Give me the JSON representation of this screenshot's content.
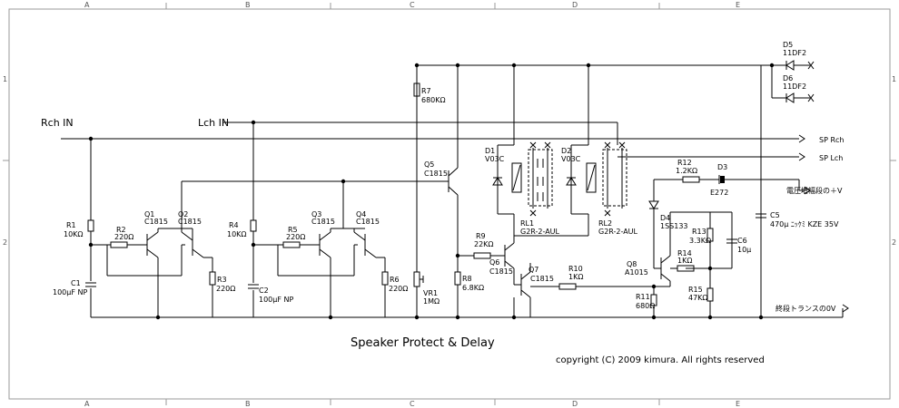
{
  "grid": {
    "columns": [
      "A",
      "B",
      "C",
      "D",
      "E"
    ],
    "rows": [
      "1",
      "2"
    ]
  },
  "inputs": {
    "rch": "Rch  IN",
    "lch": "Lch  IN"
  },
  "outputs": {
    "sp_rch": "SP  Rch",
    "sp_lch": "SP  Lch",
    "power_amp": "電圧増幅段の＋V",
    "trans_0v": "終段トランスの0V"
  },
  "components": {
    "R1": {
      "ref": "R1",
      "value": "10KΩ"
    },
    "R2": {
      "ref": "R2",
      "value": "220Ω"
    },
    "R3": {
      "ref": "R3",
      "value": "220Ω"
    },
    "R4": {
      "ref": "R4",
      "value": "10KΩ"
    },
    "R5": {
      "ref": "R5",
      "value": "220Ω"
    },
    "R6": {
      "ref": "R6",
      "value": "220Ω"
    },
    "R7": {
      "ref": "R7",
      "value": "680KΩ"
    },
    "R8": {
      "ref": "R8",
      "value": "6.8KΩ"
    },
    "R9": {
      "ref": "R9",
      "value": "22KΩ"
    },
    "R10": {
      "ref": "R10",
      "value": "1KΩ"
    },
    "R11": {
      "ref": "R11",
      "value": "680Ω"
    },
    "R12": {
      "ref": "R12",
      "value": "1.2KΩ"
    },
    "R13": {
      "ref": "R13",
      "value": "3.3KΩ"
    },
    "R14": {
      "ref": "R14",
      "value": "1KΩ"
    },
    "R15": {
      "ref": "R15",
      "value": "47KΩ"
    },
    "C1": {
      "ref": "C1",
      "value": "100μF NP"
    },
    "C2": {
      "ref": "C2",
      "value": "100μF NP"
    },
    "C5": {
      "ref": "C5",
      "value": "470μ ﾆｯｹﾐ KZE  35V"
    },
    "C6": {
      "ref": "C6",
      "value": "10μ"
    },
    "Q1": {
      "ref": "Q1",
      "value": "C1815"
    },
    "Q2": {
      "ref": "Q2",
      "value": "C1815"
    },
    "Q3": {
      "ref": "Q3",
      "value": "C1815"
    },
    "Q4": {
      "ref": "Q4",
      "value": "C1815"
    },
    "Q5": {
      "ref": "Q5",
      "value": "C1815"
    },
    "Q6": {
      "ref": "Q6",
      "value": "C1815"
    },
    "Q7": {
      "ref": "Q7",
      "value": "C1815"
    },
    "Q8": {
      "ref": "Q8",
      "value": "A1015"
    },
    "VR1": {
      "ref": "VR1",
      "value": "1MΩ"
    },
    "D1": {
      "ref": "D1",
      "value": "V03C"
    },
    "D2": {
      "ref": "D2",
      "value": "V03C"
    },
    "D3": {
      "ref": "D3",
      "value": "E272"
    },
    "D4": {
      "ref": "D4",
      "value": "1SS133"
    },
    "D5": {
      "ref": "D5",
      "value": "11DF2"
    },
    "D6": {
      "ref": "D6",
      "value": "11DF2"
    },
    "RL1": {
      "ref": "RL1",
      "value": "G2R-2-AUL"
    },
    "RL2": {
      "ref": "RL2",
      "value": "G2R-2-AUL"
    }
  },
  "title": "Speaker Protect & Delay",
  "copyright": "copyright (C) 2009 kimura. All rights reserved"
}
